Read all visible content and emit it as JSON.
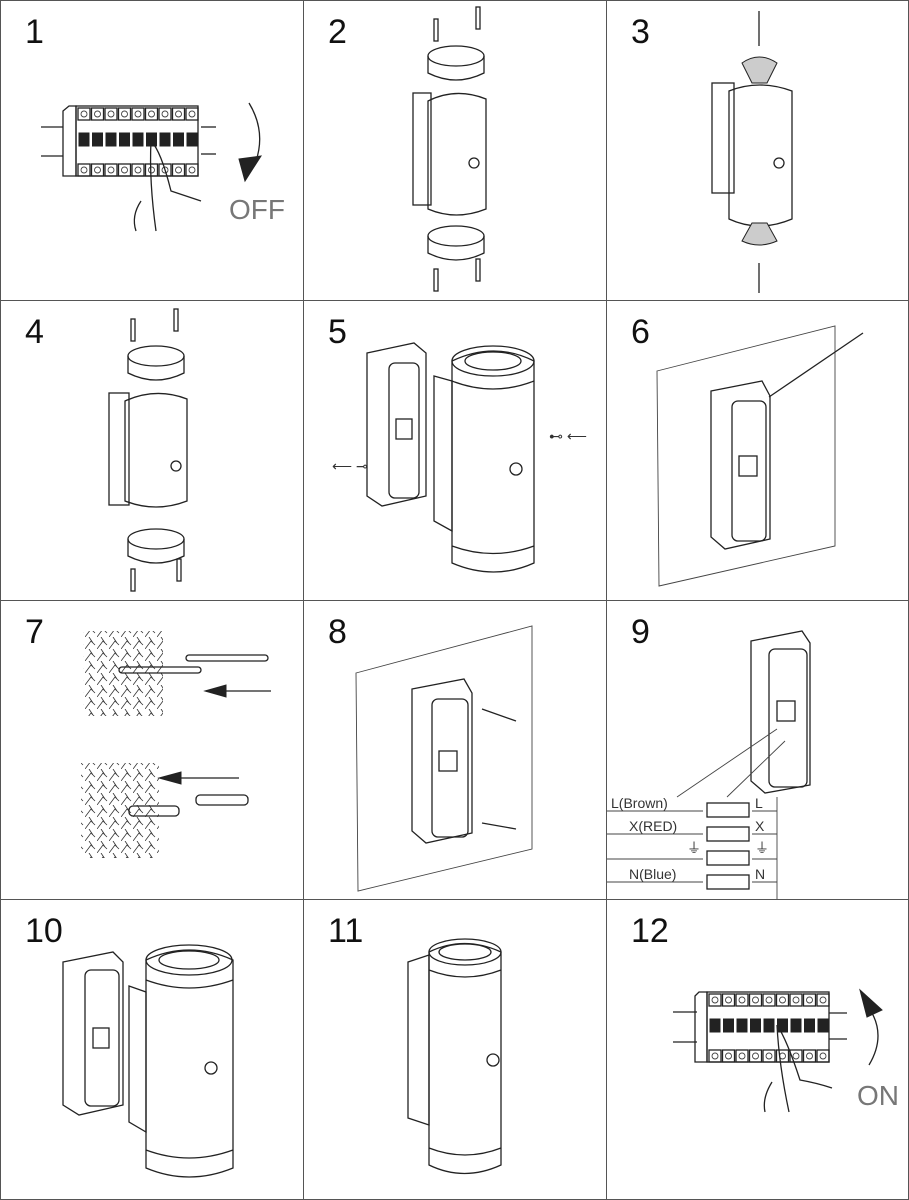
{
  "title": "Wall light installation steps",
  "steps": [
    {
      "number": "1",
      "caption": "OFF",
      "description": "Switch off circuit breaker"
    },
    {
      "number": "2",
      "description": "Remove top and bottom rings by unscrewing"
    },
    {
      "number": "3",
      "description": "Insert bulbs at top and bottom"
    },
    {
      "number": "4",
      "description": "Refit top and bottom rings with screws"
    },
    {
      "number": "5",
      "description": "Detach mounting box from fixture body"
    },
    {
      "number": "6",
      "description": "Mark drilling holes on wall"
    },
    {
      "number": "7",
      "description": "Drill holes and insert wall plugs"
    },
    {
      "number": "8",
      "description": "Screw mounting box to wall"
    },
    {
      "number": "9",
      "description": "Connect wiring to terminal block"
    },
    {
      "number": "10",
      "description": "Attach fixture body to mounting box"
    },
    {
      "number": "11",
      "description": "Fixture installed"
    },
    {
      "number": "12",
      "caption": "ON",
      "description": "Switch on circuit breaker"
    }
  ],
  "wiring": {
    "left_labels": [
      "L(Brown)",
      "X(RED)",
      "N(Blue)"
    ],
    "right_labels": [
      "L",
      "X",
      "N"
    ],
    "earth_symbol": "⏚"
  },
  "colors": {
    "line": "#222222",
    "border": "#555555",
    "caption": "#777777"
  }
}
